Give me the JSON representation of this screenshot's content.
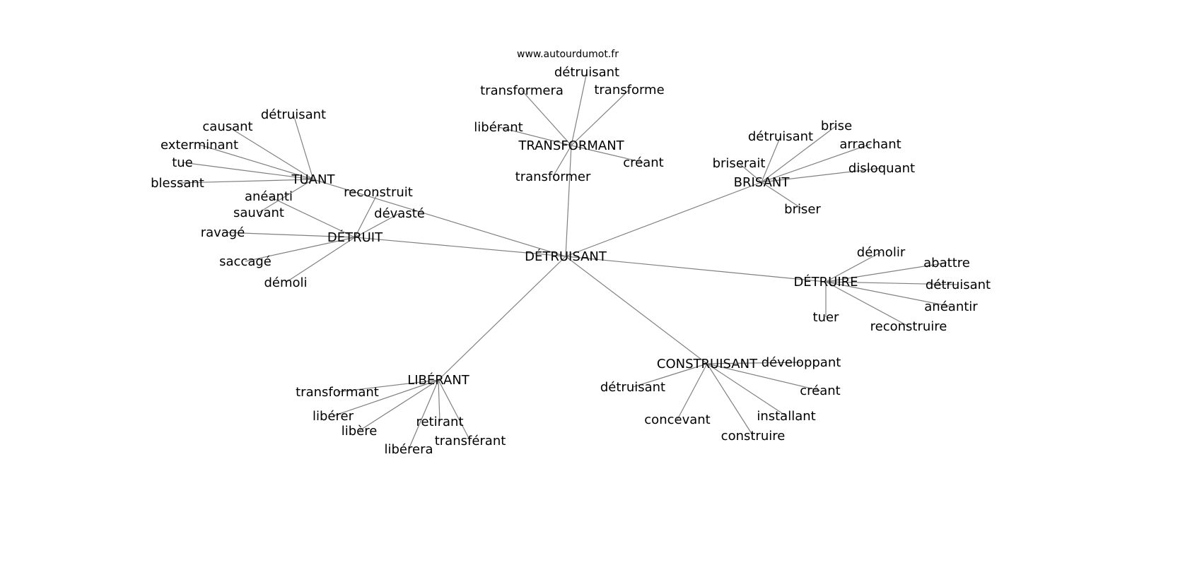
{
  "title": "www.autourdumot.fr",
  "hub": "DÉTRUISANT",
  "groups": [
    {
      "label": "TUANT",
      "children": [
        "détruisant",
        "causant",
        "exterminant",
        "tue",
        "blessant",
        "sauvant"
      ]
    },
    {
      "label": "DÉTRUIT",
      "children": [
        "reconstruit",
        "dévasté",
        "anéanti",
        "ravagé",
        "saccagé",
        "démoli"
      ]
    },
    {
      "label": "TRANSFORMANT",
      "children": [
        "transformera",
        "détruisant",
        "transforme",
        "libérant",
        "créant",
        "transformer"
      ]
    },
    {
      "label": "BRISANT",
      "children": [
        "détruisant",
        "brise",
        "arrachant",
        "disloquant",
        "briserait",
        "briser"
      ]
    },
    {
      "label": "DÉTRUIRE",
      "children": [
        "démolir",
        "abattre",
        "détruisant",
        "anéantir",
        "reconstruire",
        "tuer"
      ]
    },
    {
      "label": "CONSTRUISANT",
      "children": [
        "détruisant",
        "développant",
        "créant",
        "installant",
        "construire",
        "concevant"
      ]
    },
    {
      "label": "LIBÉRANT",
      "children": [
        "transformant",
        "libérer",
        "libère",
        "libérera",
        "retirant",
        "transférant"
      ]
    }
  ],
  "colors": {
    "edge": "#808080",
    "text": "#000000"
  }
}
